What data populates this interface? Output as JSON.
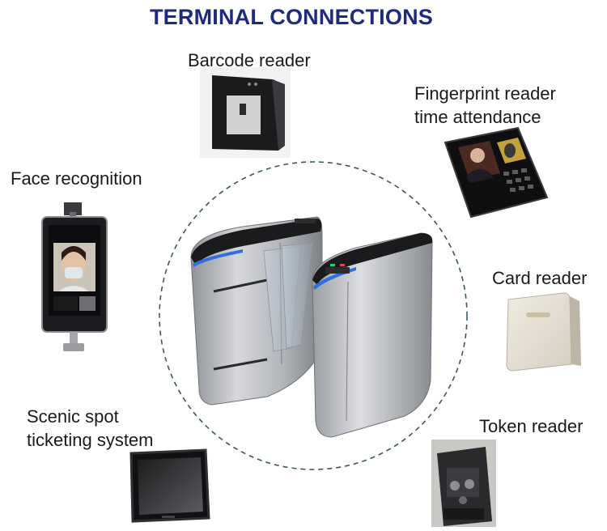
{
  "title": "TERMINAL CONNECTIONS",
  "devices": {
    "barcode": {
      "label": "Barcode reader",
      "icon": "barcode-reader-icon"
    },
    "fingerprint": {
      "label": "Fingerprint reader\ntime attendance",
      "icon": "fingerprint-reader-icon"
    },
    "face": {
      "label": "Face recognition",
      "icon": "face-recognition-terminal-icon"
    },
    "card": {
      "label": "Card reader",
      "icon": "card-reader-icon"
    },
    "scenic": {
      "label": "Scenic spot\nticketing system",
      "icon": "ticketing-monitor-icon"
    },
    "token": {
      "label": "Token reader",
      "icon": "token-reader-icon"
    }
  },
  "center": {
    "icon": "flap-barrier-turnstile-icon"
  },
  "colors": {
    "title": "#1f2a7a",
    "circle": "#3b5566",
    "steel": "#b9bcc1",
    "indicator_blue": "#2f6fe0"
  }
}
